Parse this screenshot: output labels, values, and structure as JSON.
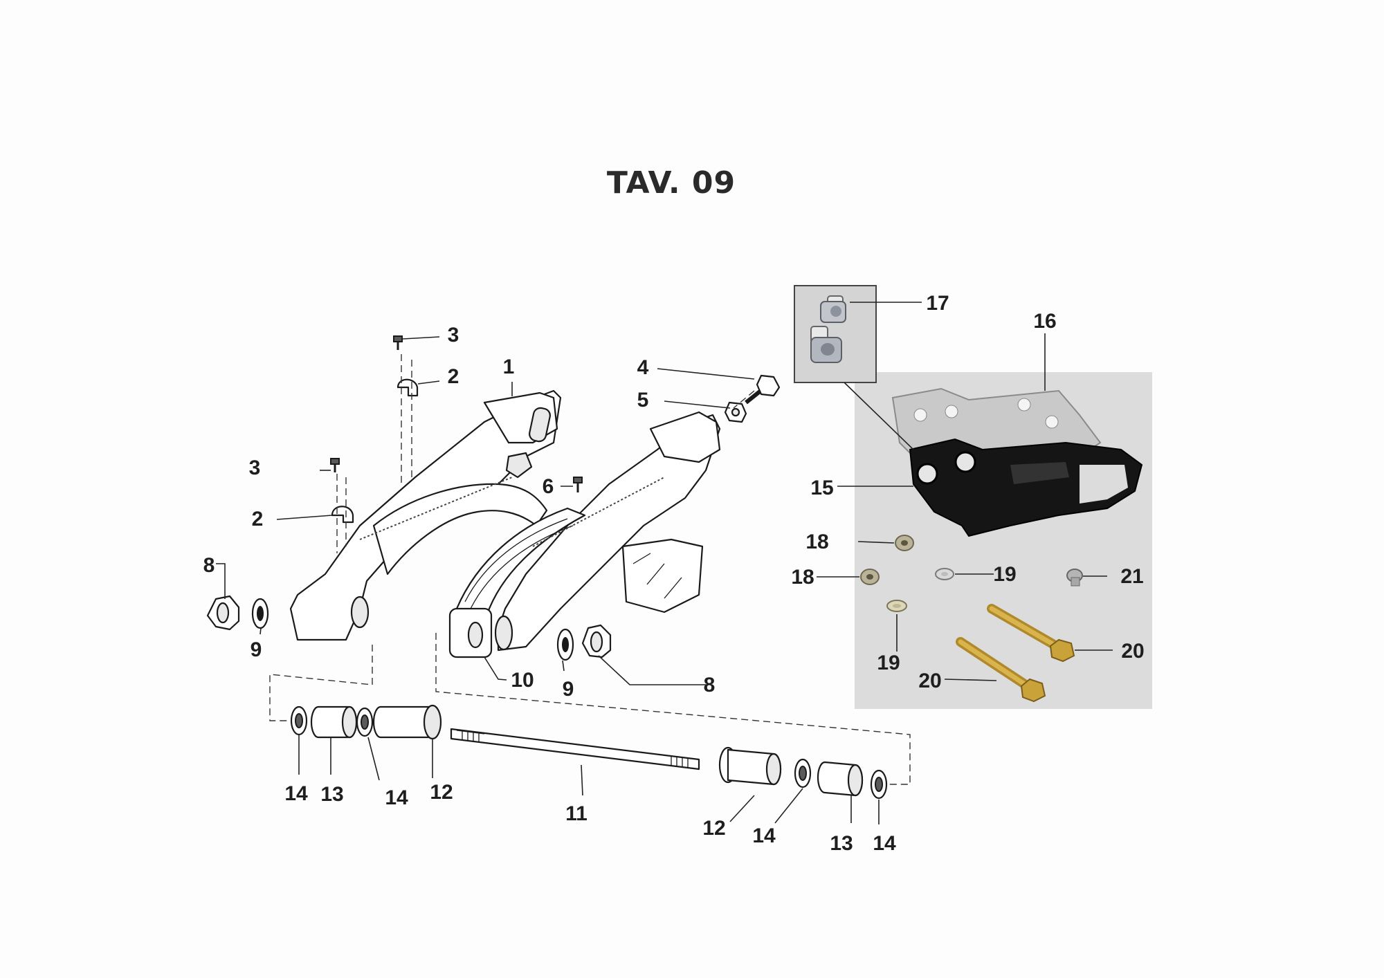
{
  "title": "TAV. 09",
  "colors": {
    "ink": "#1e1e1e",
    "photo_background": "#dcdcdc",
    "inset_background": "#d4d4d4",
    "chain_guide": "#151515",
    "aluminium": "#c9c9c9",
    "bolt_gold": "#c9a23a"
  },
  "callouts": [
    {
      "id": "c1",
      "label": "1"
    },
    {
      "id": "c2a",
      "label": "2"
    },
    {
      "id": "c2b",
      "label": "2"
    },
    {
      "id": "c3a",
      "label": "3"
    },
    {
      "id": "c3b",
      "label": "3"
    },
    {
      "id": "c4",
      "label": "4"
    },
    {
      "id": "c5",
      "label": "5"
    },
    {
      "id": "c6",
      "label": "6"
    },
    {
      "id": "c8a",
      "label": "8"
    },
    {
      "id": "c8b",
      "label": "8"
    },
    {
      "id": "c9a",
      "label": "9"
    },
    {
      "id": "c9b",
      "label": "9"
    },
    {
      "id": "c10",
      "label": "10"
    },
    {
      "id": "c11",
      "label": "11"
    },
    {
      "id": "c12a",
      "label": "12"
    },
    {
      "id": "c12b",
      "label": "12"
    },
    {
      "id": "c13a",
      "label": "13"
    },
    {
      "id": "c13b",
      "label": "13"
    },
    {
      "id": "c14a",
      "label": "14"
    },
    {
      "id": "c14b",
      "label": "14"
    },
    {
      "id": "c14c",
      "label": "14"
    },
    {
      "id": "c14d",
      "label": "14"
    },
    {
      "id": "c15",
      "label": "15"
    },
    {
      "id": "c16",
      "label": "16"
    },
    {
      "id": "c17",
      "label": "17"
    },
    {
      "id": "c18a",
      "label": "18"
    },
    {
      "id": "c18b",
      "label": "18"
    },
    {
      "id": "c19a",
      "label": "19"
    },
    {
      "id": "c19b",
      "label": "19"
    },
    {
      "id": "c20a",
      "label": "20"
    },
    {
      "id": "c20b",
      "label": "20"
    },
    {
      "id": "c21",
      "label": "21"
    }
  ]
}
